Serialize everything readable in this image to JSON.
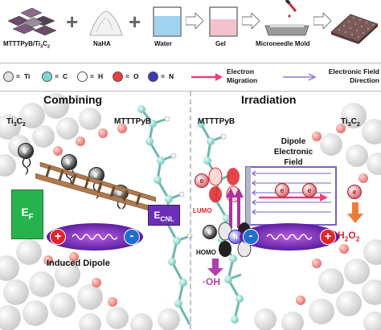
{
  "top_row": {
    "items": [
      {
        "label": "MTTTPyB/Ti",
        "label_sub": "3",
        "label_tail": "C",
        "label_sub2": "2"
      },
      {
        "label": "NaHA"
      },
      {
        "label": "Water"
      },
      {
        "label": "Gel"
      },
      {
        "label": "Microneedle Mold"
      }
    ],
    "operators": [
      "+",
      "+"
    ]
  },
  "legend": {
    "atoms": [
      {
        "symbol": "Ti",
        "color": "#e0e0e0"
      },
      {
        "symbol": "C",
        "color": "#7fd6cc"
      },
      {
        "symbol": "H",
        "color": "#ffffff"
      },
      {
        "symbol": "O",
        "color": "#e8403a"
      },
      {
        "symbol": "N",
        "color": "#3a39b8"
      }
    ],
    "eq": "=",
    "electron_migration": [
      "Electron",
      "Migration"
    ],
    "electronic_field": [
      "Electronic Field",
      "Direction"
    ]
  },
  "left": {
    "title": "Combining",
    "ti3c2": {
      "main": "Ti",
      "sub": "3",
      "tail": "C",
      "sub2": "2"
    },
    "mtttpyb": "MTTTPyB",
    "ef": {
      "main": "E",
      "sub": "F"
    },
    "ecnl": {
      "main": "E",
      "sub": "CNL"
    },
    "electron": "e",
    "electron_sign": "-",
    "plus": "+",
    "minus": "-",
    "induced": "Induced Dipole"
  },
  "right": {
    "title": "Irradiation",
    "mtttpyb": "MTTTPyB",
    "ti3c2": {
      "main": "Ti",
      "sub": "3",
      "tail": "C",
      "sub2": "2"
    },
    "dipole": [
      "Dipole",
      "Electronic",
      "Field"
    ],
    "lumo": "LUMO",
    "homo": "HOMO",
    "oh": "·OH",
    "h2o2": {
      "main": "H",
      "sub": "2",
      "mid": "O",
      "sub2": "2"
    },
    "electron": "e",
    "hole": "h",
    "plus": "+",
    "minus": "-"
  },
  "colors": {
    "ef_green": "#27b34b",
    "ecnl_purple": "#6a2fb8",
    "dipole_purple": "#6a2fb8",
    "plus_red": "#e0262b",
    "minus_blue": "#1f6fd1",
    "arrow_pink": "#ee3f7e",
    "h2o2_red": "#e0262b",
    "oh_purple": "#b23fb0"
  }
}
